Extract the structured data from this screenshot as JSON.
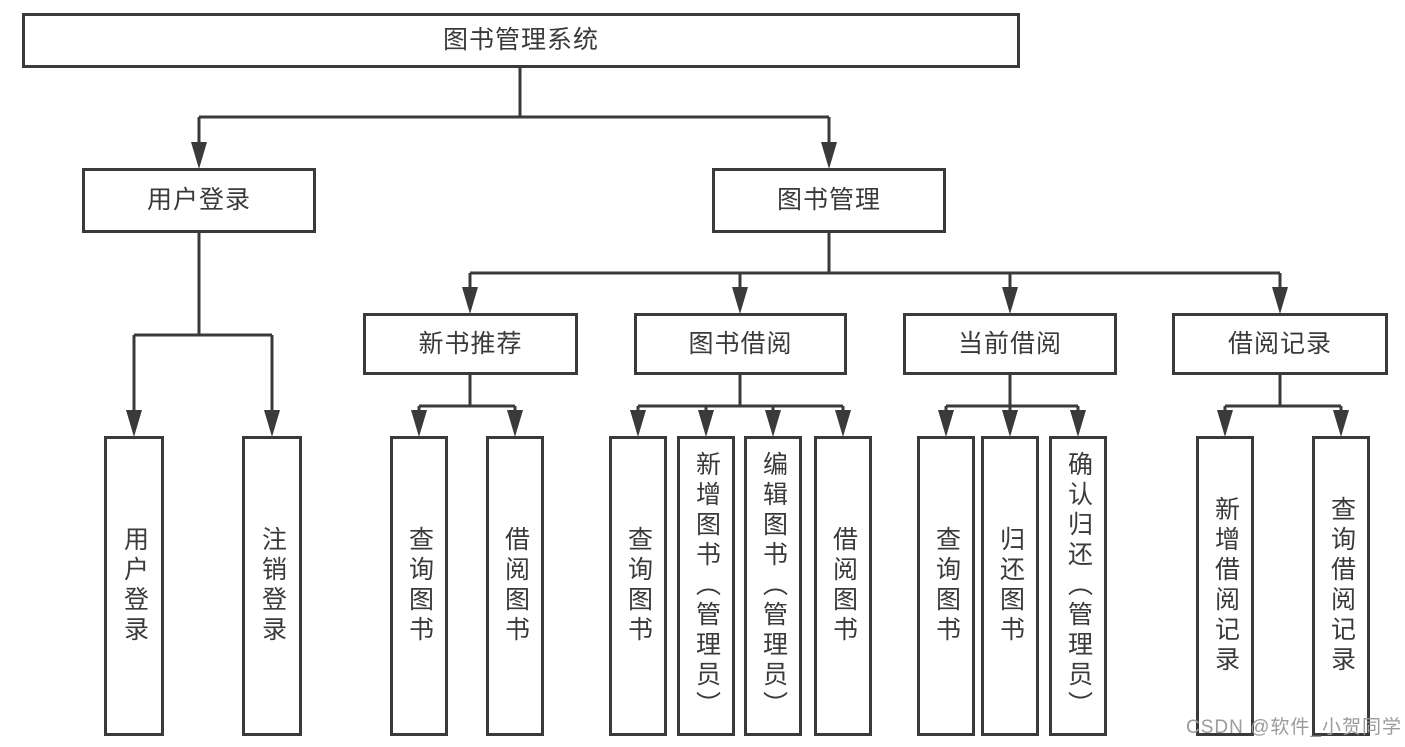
{
  "diagram": {
    "root": "图书管理系统",
    "level2": [
      "用户登录",
      "图书管理"
    ],
    "level3": [
      "新书推荐",
      "图书借阅",
      "当前借阅",
      "借阅记录"
    ],
    "leaves": [
      "用户登录",
      "注销登录",
      "查询图书",
      "借阅图书",
      "查询图书",
      "新增图书（管理员）",
      "编辑图书（管理员）",
      "借阅图书",
      "查询图书",
      "归还图书",
      "确认归还（管理员）",
      "新增借阅记录",
      "查询借阅记录"
    ]
  },
  "watermark": {
    "text": "CSDN @软件_小贺同学"
  },
  "colors": {
    "line": "#3a3a3a",
    "box_border": "#3a3a3a",
    "text": "#3a3a3a",
    "watermark": "#9b9b9b",
    "background": "#ffffff"
  }
}
